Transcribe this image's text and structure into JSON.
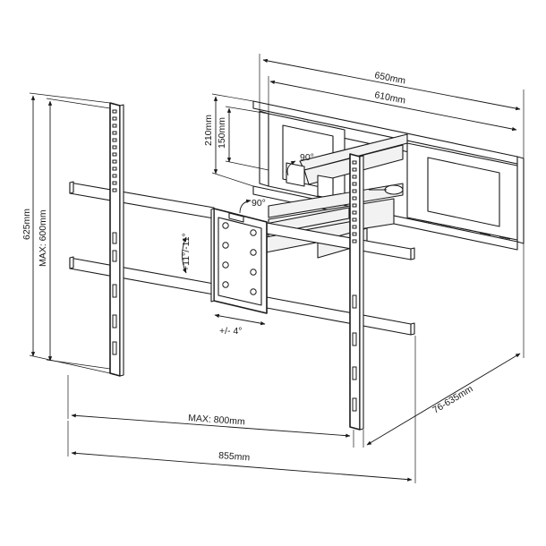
{
  "dimensions": {
    "wall_plate_outer": "650mm",
    "wall_plate_inner": "610mm",
    "plate_height_outer": "210mm",
    "plate_height_inner": "150mm",
    "height_total": "625mm",
    "height_max": "MAX: 600mm",
    "width_max": "MAX: 800mm",
    "width_total": "855mm",
    "extension": "76-635mm"
  },
  "angles": {
    "swivel_wall": "90°",
    "swivel_head": "90°",
    "rotation": "+11°/-11°",
    "tilt": "+/- 4°"
  }
}
